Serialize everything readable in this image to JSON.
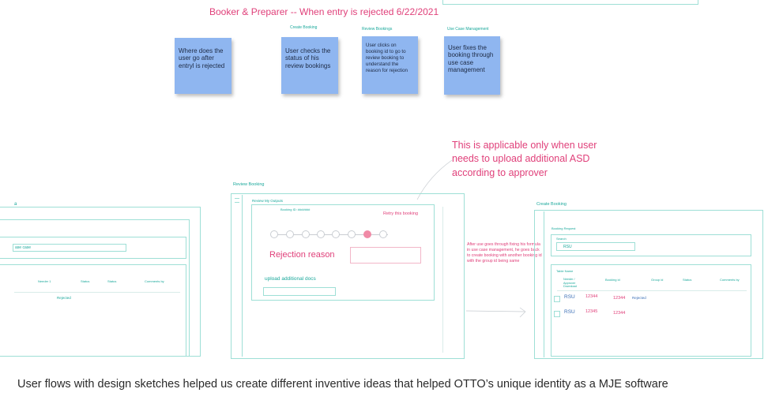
{
  "board": {
    "title": "Booker & Preparer -- When entry is rejected 6/22/2021",
    "columns": [
      {
        "label": "",
        "note": "Where does the user go after entryl is rejected"
      },
      {
        "label": "Create Booking",
        "note": "User checks the status of his review bookings"
      },
      {
        "label": "Review Bookings",
        "note": "User clicks on booking id to go to review booking to understand the reason for rejection"
      },
      {
        "label": "Use Case Management",
        "note": "User fixes the booking through use case management"
      }
    ],
    "annotation": "This is applicable only when user needs to upload additional ASD according to approver"
  },
  "left_sketch": {
    "header_fragment": "a",
    "search_value": "ase case",
    "columns": [
      "Needer 1",
      "Status",
      "Status",
      "Comments by"
    ],
    "row_status": "Rejected"
  },
  "middle_sketch": {
    "page_label": "Review Booking",
    "nav_label": "Review My Outputs",
    "booking_id_label": "Booking ID: #######",
    "retry_link": "Retry this booking",
    "rejection_label": "Rejection reason",
    "upload_label": "upload additional docs"
  },
  "right_sketch": {
    "page_label": "Create Booking",
    "section_label": "Booking Request",
    "search_label": "Search",
    "search_value": "RSU",
    "table_label": "Table Name",
    "columns": [
      "Needer / Approver Download",
      "Booking id",
      "Group id",
      "Status",
      "Comments by"
    ],
    "rows": [
      {
        "name": "RSU",
        "booking_id": "12344",
        "group_id": "12344",
        "status": "Rejected"
      },
      {
        "name": "RSU",
        "booking_id": "12345",
        "group_id": "12344",
        "status": ""
      }
    ],
    "flow_note": "After use goes through fixing his formula in use case management, he goes back to create booking with another booking id with the group id being same"
  },
  "caption": "User flows with design sketches helped us create different inventive ideas that helped OTTO’s unique identity as a MJE software",
  "colors": {
    "accent_pink": "#e0407a",
    "sketch_teal": "#1aa89b",
    "sticky_blue": "#8fb6f0"
  }
}
